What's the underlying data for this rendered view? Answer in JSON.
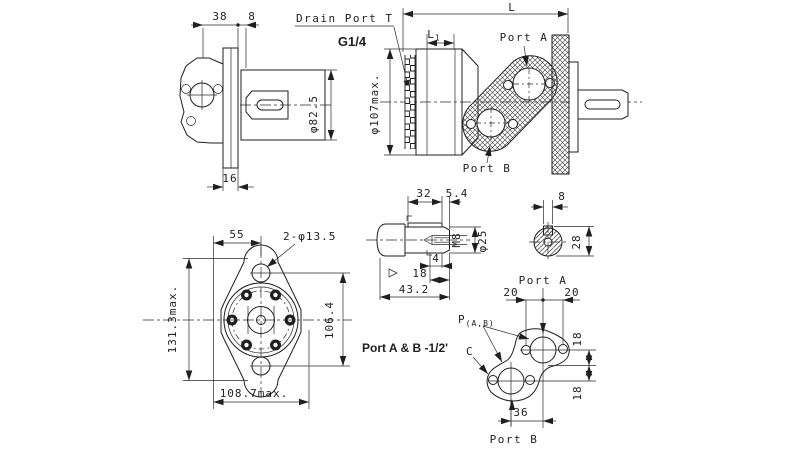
{
  "side_view": {
    "dim_38": "38",
    "dim_8": "8",
    "dim_dia": "φ82.5",
    "dim_16": "16"
  },
  "drain": {
    "label": "Drain Port T",
    "thread": "G1/4"
  },
  "main_view": {
    "dim_l": "L",
    "dim_l1_base": "L",
    "dim_l1_sub": "1",
    "port_a": "Port A",
    "port_b": "Port B",
    "dim_dia": "φ107max."
  },
  "front_view": {
    "dim_55": "55",
    "dim_holes": "2-φ13.5",
    "dim_height": "131.3max.",
    "dim_bolt_span": "106.4",
    "dim_width": "108.7max."
  },
  "shaft_view": {
    "dim_32": "32",
    "dim_5_4": "5.4",
    "thread": "M8",
    "dim_dia": "φ25",
    "dim_4": "4",
    "dim_18": "18",
    "dim_43_2": "43.2"
  },
  "key_section": {
    "dim_8": "8",
    "dim_28": "28"
  },
  "port_view": {
    "port_a": "Port A",
    "port_b": "Port B",
    "dim_20_left": "20",
    "dim_20_right": "20",
    "p_base": "P",
    "p_sub": "(A,B)",
    "c_label": "C",
    "dim_18_upper": "18",
    "dim_18_lower": "18",
    "dim_36": "36",
    "note": "Port A & B -1/2'"
  }
}
